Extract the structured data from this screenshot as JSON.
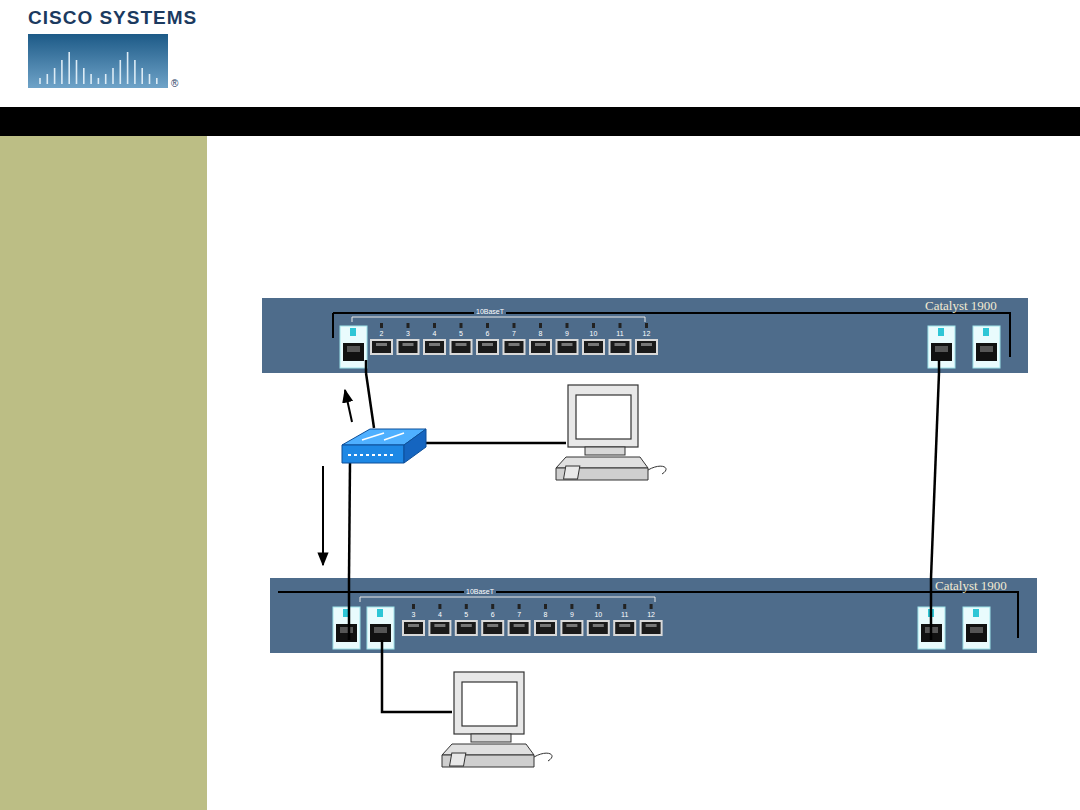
{
  "diagram": {
    "nodes": [
      {
        "text": [
          "Catalyst 1900",
          "10BaseT"
        ]
      },
      {
        "text": [
          "Catalyst 1900",
          "10BaseT"
        ]
      }
    ],
    "edges": [
      {
        "from": 0,
        "to": 1,
        "arrow": "none"
      }
    ],
    "labels": [
      "CISCO SYSTEMS",
      "®",
      "2",
      "3",
      "4",
      "5",
      "6",
      "7",
      "8",
      "9",
      "10",
      "11",
      "12",
      "3",
      "4",
      "5",
      "6",
      "7",
      "8",
      "9",
      "10",
      "11",
      "12"
    ]
  }
}
